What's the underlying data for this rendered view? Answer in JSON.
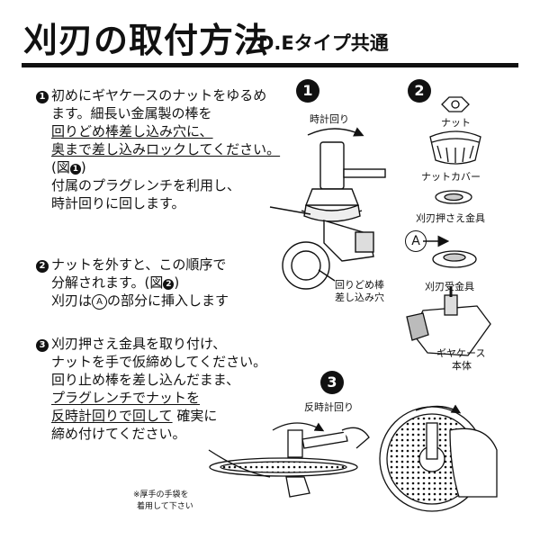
{
  "header": {
    "title": "刈刃の取付方法",
    "subtitle": "D.Eタイプ共通"
  },
  "step1": {
    "num": "1",
    "lines": [
      "初めにギヤケースのナットをゆるめ",
      "ます。細長い金属製の棒を",
      "回りどめ棒差し込み穴に、",
      "奥まで差し込みロックしてください。",
      "(図",
      ")",
      "付属のプラグレンチを利用し、",
      "時計回りに回します。"
    ]
  },
  "step2": {
    "num": "2",
    "lines": [
      "ナットを外すと、この順序で",
      "分解されます。(図",
      ")",
      "刈刃は",
      "の部分に挿入します"
    ],
    "circled_letter": "A"
  },
  "step3": {
    "num": "3",
    "lines": [
      "刈刃押さえ金具を取り付け、",
      "ナットを手で仮締めしてください。",
      "回り止め棒を差し込んだまま、",
      "プラグレンチでナットを",
      "反時計回りで回して",
      "確実に",
      "締め付けてください。"
    ]
  },
  "figure1": {
    "badge": "1",
    "rotation_label": "時計回り",
    "hole_label_1": "回りどめ棒",
    "hole_label_2": "差し込み穴"
  },
  "figure2": {
    "badge": "2",
    "parts": [
      "ナット",
      "ナットカバー",
      "刈刃押さえ金具",
      "刈刃受金具"
    ],
    "gearcase_1": "ギヤケース",
    "gearcase_2": "本体",
    "marker": "A",
    "arrow": "→"
  },
  "figure3": {
    "badge": "3",
    "rotation_label": "反時計回り",
    "glove_note_1": "※厚手の手袋を",
    "glove_note_2": "着用して下さい"
  }
}
